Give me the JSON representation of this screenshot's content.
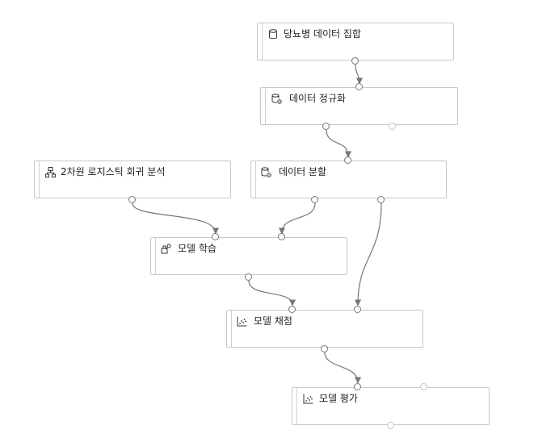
{
  "modules": {
    "diabetes_dataset": {
      "label": "당뇨병 데이터 집합",
      "icon": "database-icon"
    },
    "normalize_data": {
      "label": "데이터 정규화",
      "icon": "database-gear-icon"
    },
    "split_data": {
      "label": "데이터 분할",
      "icon": "database-gear-icon"
    },
    "two_class_logistic_regression": {
      "label": "2차원 로지스틱 회귀 분석",
      "icon": "algorithm-icon"
    },
    "train_model": {
      "label": "모델 학습",
      "icon": "train-icon"
    },
    "score_model": {
      "label": "모델 채점",
      "icon": "scatter-icon"
    },
    "evaluate_model": {
      "label": "모델 평가",
      "icon": "scatter-icon"
    }
  },
  "colors": {
    "node_border": "#c8c8c8",
    "edge": "#777777",
    "port_connected": "#777777",
    "port_empty": "#c4c4c4",
    "text": "#222222"
  }
}
